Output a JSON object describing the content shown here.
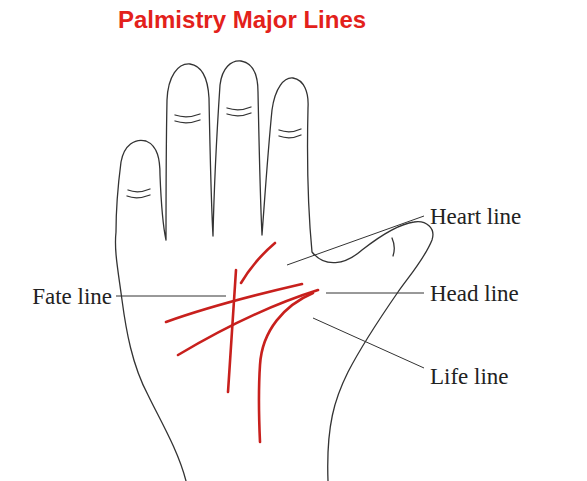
{
  "diagram": {
    "title": "Palmistry Major Lines",
    "labels": [
      "Heart line",
      "Fate line",
      "Head line",
      "Life line"
    ]
  }
}
